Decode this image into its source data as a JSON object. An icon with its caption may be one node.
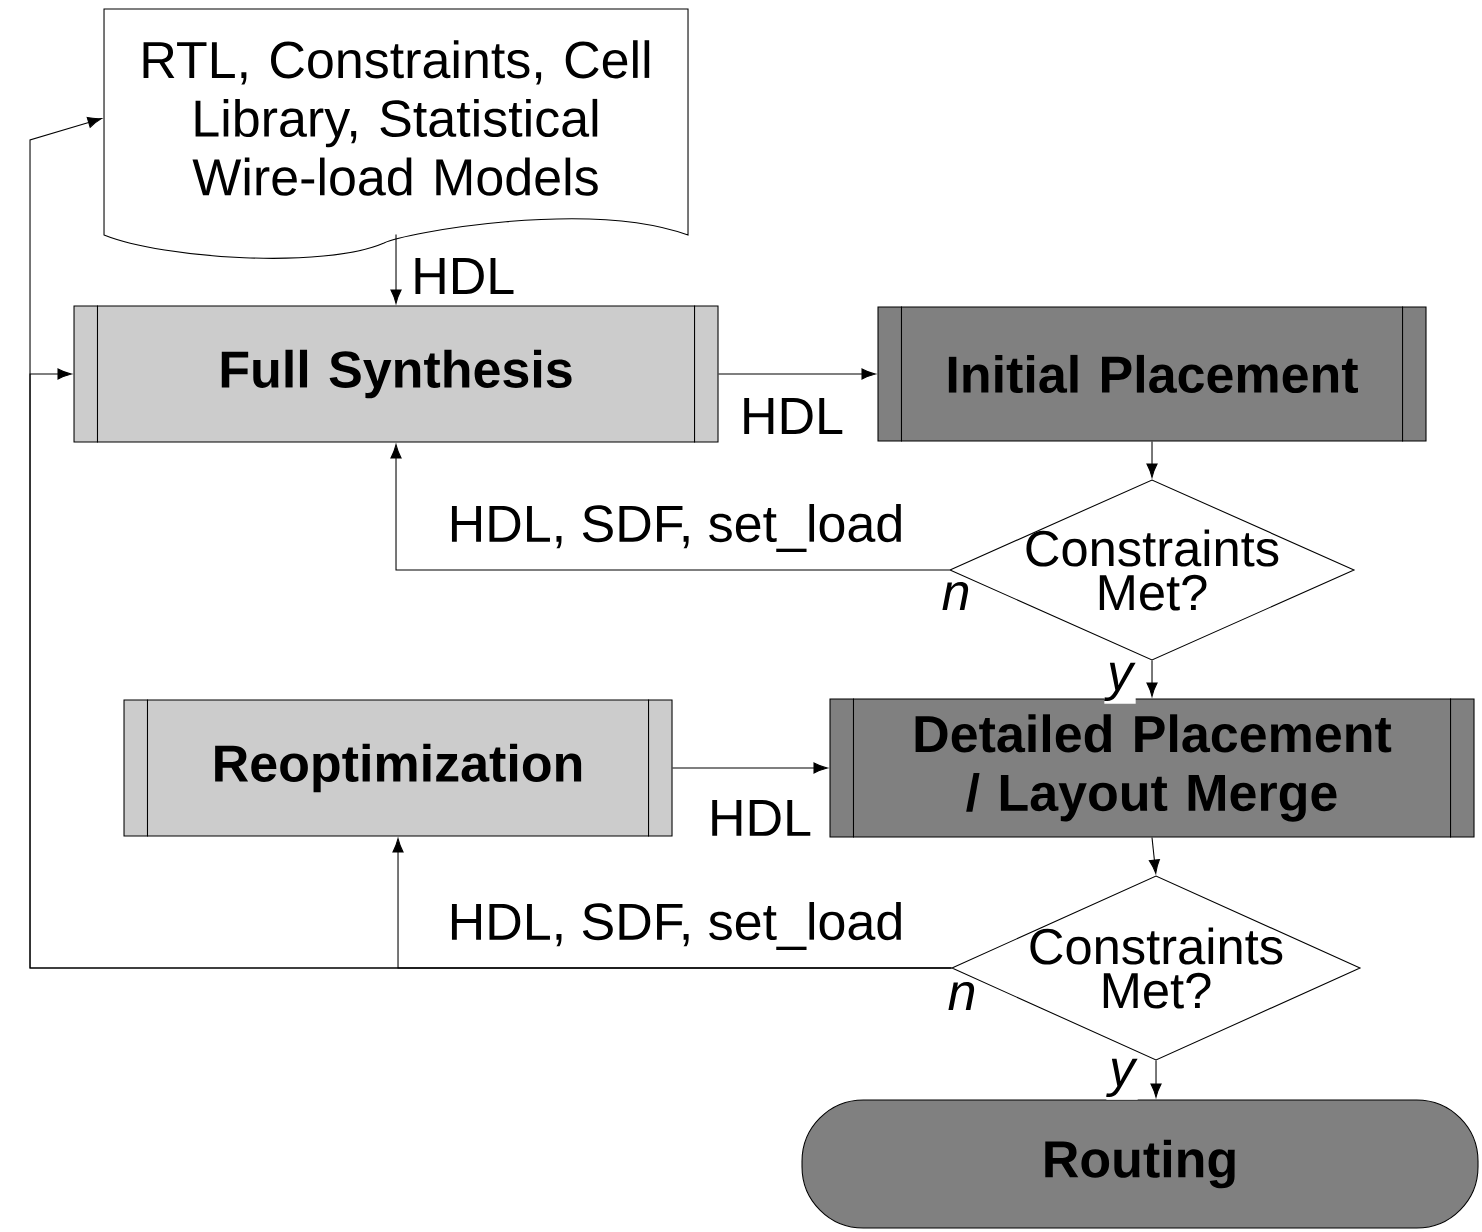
{
  "diagram": {
    "nodes": [
      {
        "text": [
          "RTL, Constraints, Cell Library, Statistical Wire-load Models"
        ]
      },
      {
        "text": [
          "Full Synthesis"
        ]
      },
      {
        "text": [
          "Initial Placement"
        ]
      },
      {
        "text": [
          "Constraints Met?"
        ]
      },
      {
        "text": [
          "Reoptimization"
        ]
      },
      {
        "text": [
          "Detailed Placement / Layout Merge"
        ]
      },
      {
        "text": [
          "Constraints Met?"
        ]
      },
      {
        "text": [
          "Routing"
        ]
      }
    ],
    "edges": [
      {
        "from": 0,
        "to": 1,
        "arrow": "to",
        "label": "HDL"
      },
      {
        "from": 1,
        "to": 2,
        "arrow": "to",
        "label": "HDL"
      },
      {
        "from": 2,
        "to": 3,
        "arrow": "to"
      },
      {
        "from": 3,
        "to": 1,
        "arrow": "to",
        "label": "HDL, SDF, set_load"
      },
      {
        "from": 3,
        "to": 5,
        "arrow": "to",
        "label": "y"
      },
      {
        "from": 4,
        "to": 5,
        "arrow": "to",
        "label": "HDL"
      },
      {
        "from": 5,
        "to": 6,
        "arrow": "to"
      },
      {
        "from": 6,
        "to": 4,
        "arrow": "to",
        "label": "HDL, SDF, set_load"
      },
      {
        "from": 6,
        "to": 1,
        "arrow": "to"
      },
      {
        "from": 6,
        "to": 0,
        "arrow": "to"
      },
      {
        "from": 6,
        "to": 7,
        "arrow": "to",
        "label": "y"
      }
    ],
    "labels": [
      "n",
      "n"
    ]
  }
}
